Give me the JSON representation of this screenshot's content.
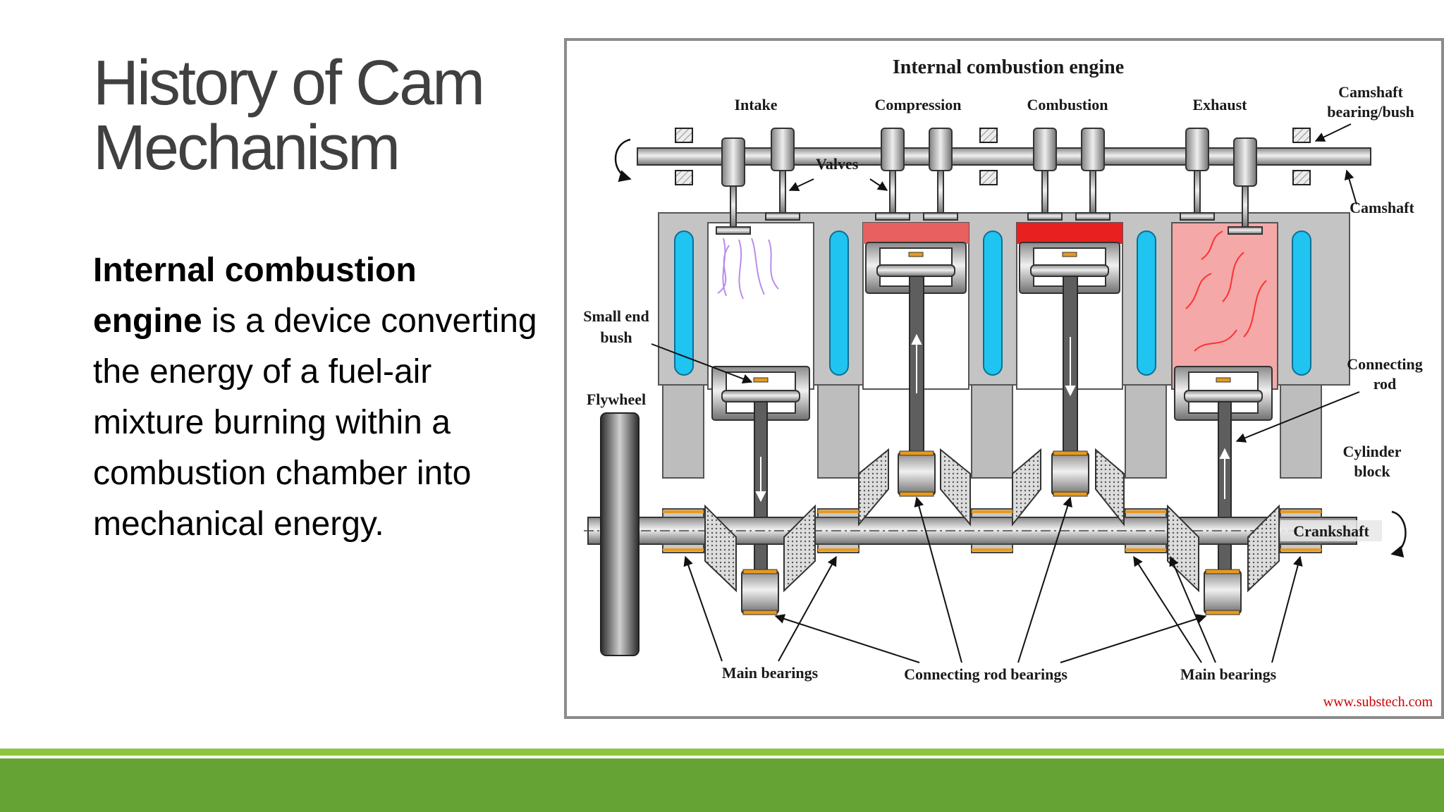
{
  "slide": {
    "title_line1": "History of Cam",
    "title_line2": "Mechanism",
    "body_bold_1": "Internal combustion",
    "body_bold_2": "engine",
    "body_rest": " is a device converting the energy of a fuel-air mixture burning within a combustion chamber into mechanical energy."
  },
  "diagram": {
    "title": "Internal combustion engine",
    "strokes": [
      "Intake",
      "Compression",
      "Combustion",
      "Exhaust"
    ],
    "labels": {
      "camshaft_bearing_1": "Camshaft",
      "camshaft_bearing_2": "bearing/bush",
      "camshaft": "Camshaft",
      "valves": "Valves",
      "small_end_1": "Small end",
      "small_end_2": "bush",
      "flywheel": "Flywheel",
      "connecting_rod_1": "Connecting",
      "connecting_rod_2": "rod",
      "cylinder_block_1": "Cylinder",
      "cylinder_block_2": "block",
      "crankshaft": "Crankshaft",
      "main_bearings_left": "Main bearings",
      "connecting_rod_bearings": "Connecting rod bearings",
      "main_bearings_right": "Main bearings",
      "credit": "www.substech.com"
    }
  },
  "colors": {
    "title": "#404040",
    "footer_line": "#8cc63e",
    "footer_bar": "#65a334",
    "coolant": "#1fc4f0",
    "combustion_red": "#e82020",
    "exhaust_pink": "#f4a8a8",
    "intake_violet": "#b88ee8",
    "bearing_orange": "#e69a1e",
    "credit_red": "#cc0000"
  }
}
